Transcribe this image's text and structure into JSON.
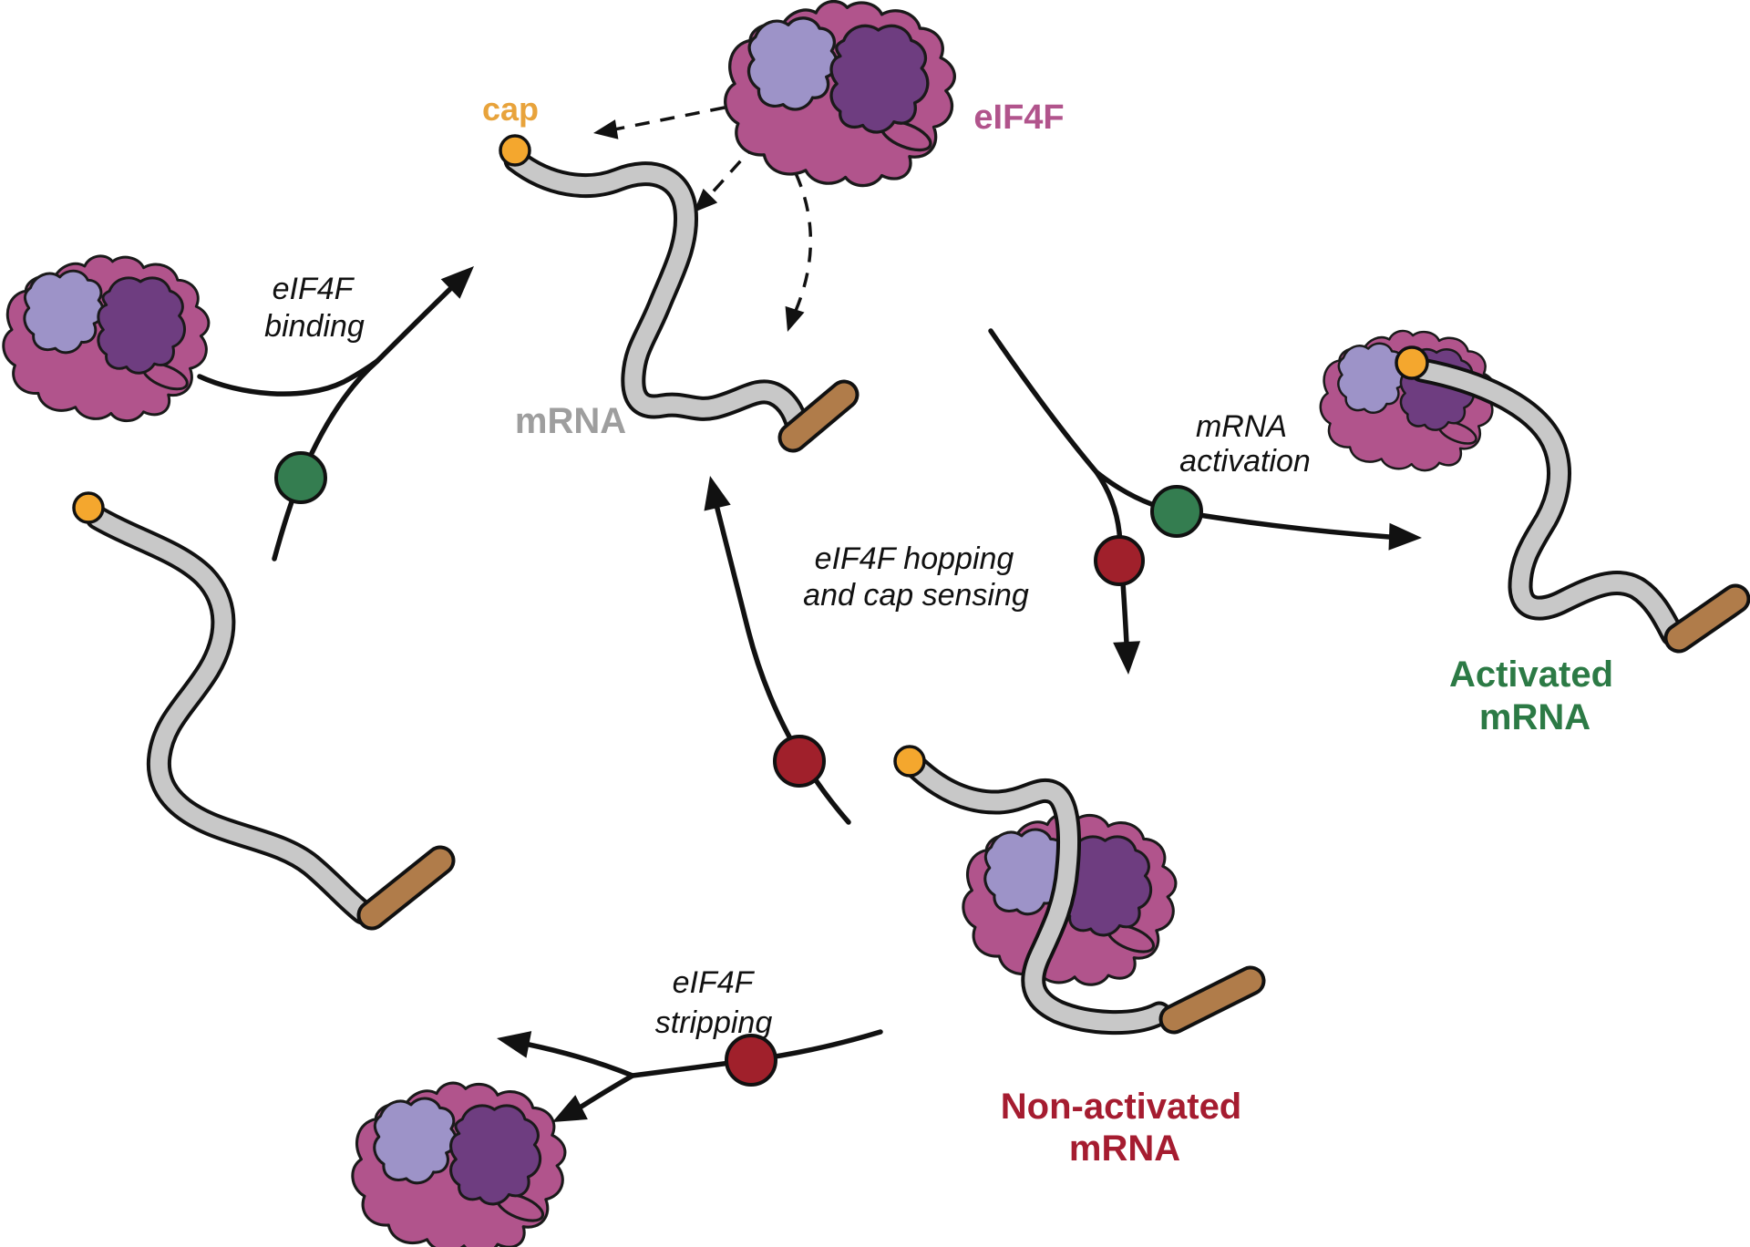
{
  "figure": {
    "description": "Schematic cycle of eIF4F binding to mRNA, hopping and cap sensing, mRNA activation or non-activation, and eIF4F stripping",
    "labels": {
      "cap": "cap",
      "eif4f": "eIF4F",
      "mrna": "mRNA"
    },
    "processes": {
      "binding": [
        "eIF4F",
        "binding"
      ],
      "activation": [
        "mRNA",
        "activation"
      ],
      "hopping": [
        "eIF4F hopping",
        "and cap sensing"
      ],
      "stripping": [
        "eIF4F",
        "stripping"
      ]
    },
    "states": {
      "activated": [
        "Activated",
        "mRNA"
      ],
      "non_activated": [
        "Non-activated",
        "mRNA"
      ]
    },
    "icons": {
      "cap_marker": "orange-circle",
      "green_marker": "green-circle",
      "red_marker": "dark-red-circle",
      "eif4f_complex": "three-lobe-protein-blob",
      "mrna_strand": "gray-ribbon",
      "mrna_end": "brown-ribbon-end",
      "transition": "solid-curved-arrow",
      "placement_options": "dashed-arrows"
    },
    "colors": {
      "background": "#ffffff",
      "outline": "#111111",
      "mrna_gray": "#c8c8c8",
      "mrna_label_gray": "#9e9e9e",
      "tail_brown": "#b07c4a",
      "cap_orange": "#f4a72e",
      "cap_label_orange": "#e8a33b",
      "eif4f_magenta": "#b1548c",
      "eif4f_lavender": "#9d93c8",
      "eif4f_purple": "#6e3d80",
      "green_dot": "#347d50",
      "red_dot": "#a0202b",
      "activated_green": "#2c7a45",
      "non_activated_red": "#a51c30"
    }
  }
}
